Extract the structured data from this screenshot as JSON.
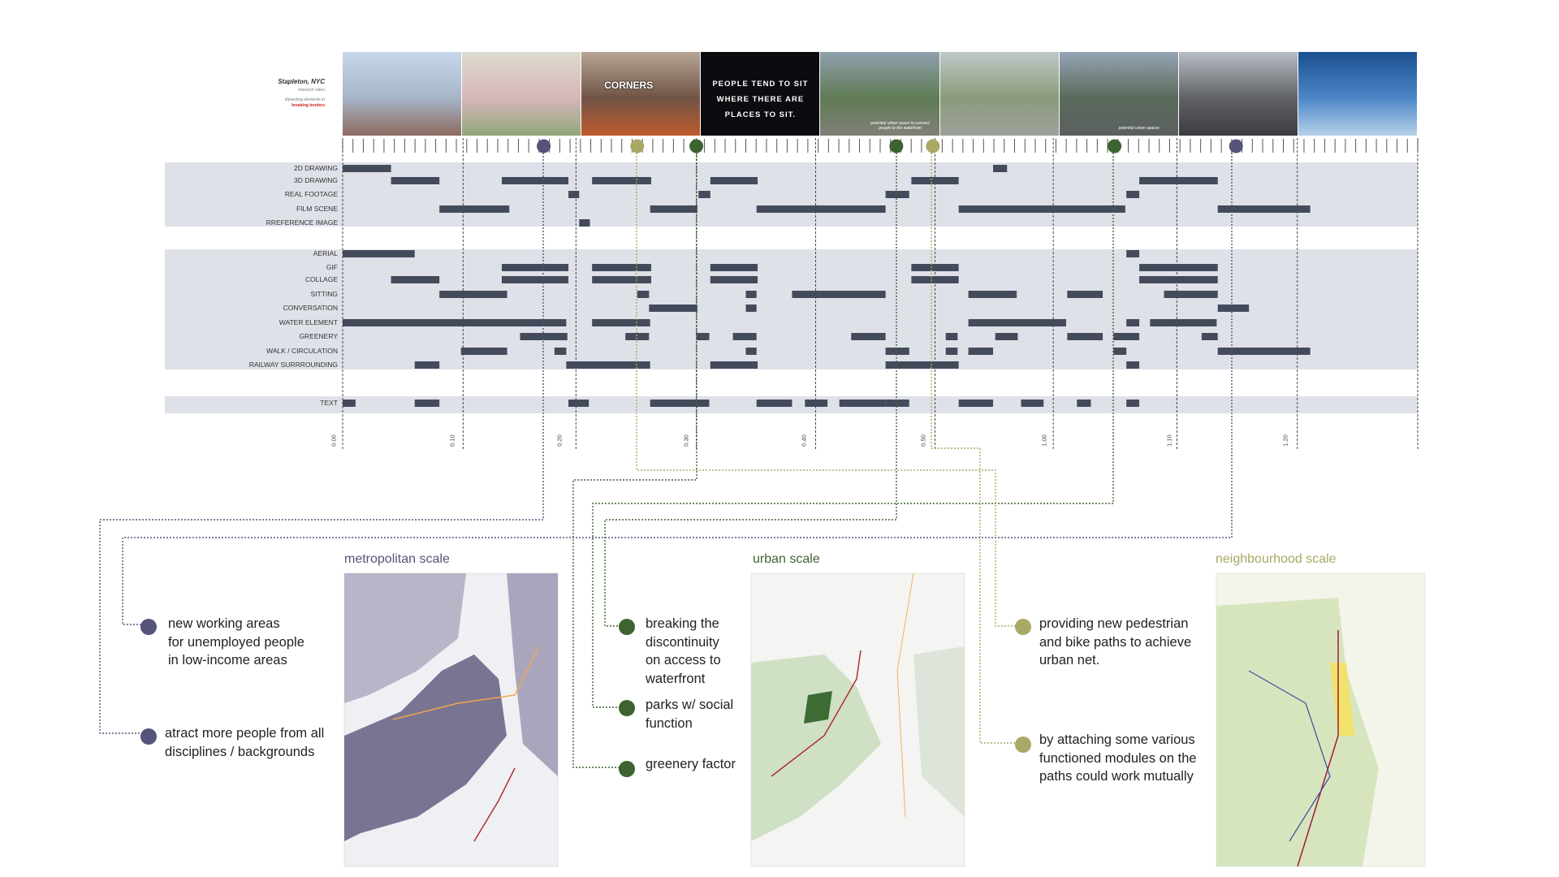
{
  "sidebar": {
    "title": "Stapleton, NYC",
    "subtitle": "research video",
    "caption": "dissecting elements in",
    "highlight": "breaking borders"
  },
  "thumbs": [
    {
      "name": "waterfront-plaza",
      "colors": [
        "#c7d7ea",
        "#a7b5c8",
        "#8d6a60"
      ]
    },
    {
      "name": "pink-garden",
      "colors": [
        "#dcdcd0",
        "#d8b6b8",
        "#8fa77c"
      ]
    },
    {
      "name": "corners-street",
      "colors": [
        "#b7a595",
        "#705446",
        "#c05a2e"
      ],
      "word": "CORNERS"
    },
    {
      "name": "people-text",
      "colors": [
        "#0c0c10",
        "#0c0c10",
        "#0c0c10"
      ],
      "lines": [
        "PEOPLE TEND TO SIT",
        "WHERE THERE ARE",
        "PLACES TO SIT."
      ]
    },
    {
      "name": "bridge-road",
      "colors": [
        "#8fa1ae",
        "#5f7b54",
        "#7f8079"
      ],
      "caption": "potential urban space to connect people to the waterfront"
    },
    {
      "name": "rail-walkway",
      "colors": [
        "#c0c9c9",
        "#8a9a7a",
        "#9ea29b"
      ]
    },
    {
      "name": "aerial-city",
      "colors": [
        "#96a5b6",
        "#596a5a",
        "#5c6060"
      ],
      "caption": "potential urban spaces"
    },
    {
      "name": "crowd-hall",
      "colors": [
        "#b8bdc4",
        "#606266",
        "#3c3d42"
      ]
    },
    {
      "name": "blue-hall",
      "colors": [
        "#1b4f8f",
        "#4d86c8",
        "#b5d2ea"
      ]
    }
  ],
  "rows": [
    {
      "label": "2D DRAWING",
      "bars": [
        [
          0,
          0.045
        ],
        [
          0.605,
          0.618
        ]
      ]
    },
    {
      "label": "3D DRAWING",
      "bars": [
        [
          0.045,
          0.09
        ],
        [
          0.148,
          0.21
        ],
        [
          0.232,
          0.287
        ],
        [
          0.342,
          0.386
        ],
        [
          0.529,
          0.573
        ],
        [
          0.741,
          0.814
        ]
      ]
    },
    {
      "label": "REAL FOOTAGE",
      "bars": [
        [
          0.21,
          0.22
        ],
        [
          0.331,
          0.342
        ],
        [
          0.505,
          0.527
        ],
        [
          0.729,
          0.741
        ]
      ]
    },
    {
      "label": "FILM SCENE",
      "bars": [
        [
          0.09,
          0.155
        ],
        [
          0.286,
          0.33
        ],
        [
          0.385,
          0.505
        ],
        [
          0.573,
          0.728
        ],
        [
          0.814,
          0.9
        ]
      ]
    },
    {
      "label": "RREFERENCE IMAGE",
      "bars": [
        [
          0.22,
          0.23
        ]
      ]
    },
    {
      "label": "AERIAL",
      "bars": [
        [
          0,
          0.067
        ],
        [
          0.729,
          0.741
        ]
      ]
    },
    {
      "label": "GIF",
      "bars": [
        [
          0.148,
          0.21
        ],
        [
          0.232,
          0.287
        ],
        [
          0.342,
          0.386
        ],
        [
          0.529,
          0.573
        ],
        [
          0.741,
          0.814
        ]
      ]
    },
    {
      "label": "COLLAGE",
      "bars": [
        [
          0.045,
          0.09
        ],
        [
          0.148,
          0.21
        ],
        [
          0.232,
          0.287
        ],
        [
          0.342,
          0.386
        ],
        [
          0.529,
          0.573
        ],
        [
          0.741,
          0.814
        ]
      ]
    },
    {
      "label": "SITTING",
      "bars": [
        [
          0.09,
          0.153
        ],
        [
          0.274,
          0.285
        ],
        [
          0.375,
          0.385
        ],
        [
          0.418,
          0.505
        ],
        [
          0.582,
          0.627
        ],
        [
          0.674,
          0.707
        ],
        [
          0.764,
          0.814
        ]
      ]
    },
    {
      "label": "CONVERSATION",
      "bars": [
        [
          0.285,
          0.33
        ],
        [
          0.375,
          0.385
        ],
        [
          0.814,
          0.843
        ]
      ]
    },
    {
      "label": "WATER ELEMENT",
      "bars": [
        [
          0,
          0.208
        ],
        [
          0.232,
          0.286
        ],
        [
          0.582,
          0.673
        ],
        [
          0.729,
          0.741
        ],
        [
          0.751,
          0.813
        ]
      ]
    },
    {
      "label": "GREENERY",
      "bars": [
        [
          0.165,
          0.209
        ],
        [
          0.263,
          0.285
        ],
        [
          0.329,
          0.341
        ],
        [
          0.363,
          0.385
        ],
        [
          0.473,
          0.505
        ],
        [
          0.561,
          0.572
        ],
        [
          0.607,
          0.628
        ],
        [
          0.674,
          0.707
        ],
        [
          0.717,
          0.741
        ],
        [
          0.799,
          0.814
        ]
      ]
    },
    {
      "label": "WALK / CIRCULATION",
      "bars": [
        [
          0.11,
          0.153
        ],
        [
          0.197,
          0.208
        ],
        [
          0.375,
          0.385
        ],
        [
          0.505,
          0.527
        ],
        [
          0.561,
          0.572
        ],
        [
          0.582,
          0.605
        ],
        [
          0.717,
          0.729
        ],
        [
          0.814,
          0.9
        ]
      ]
    },
    {
      "label": "RAILWAY SURRROUNDING",
      "bars": [
        [
          0.067,
          0.09
        ],
        [
          0.208,
          0.286
        ],
        [
          0.342,
          0.386
        ],
        [
          0.505,
          0.573
        ],
        [
          0.729,
          0.741
        ]
      ]
    },
    {
      "label": "TEXT",
      "bars": [
        [
          0,
          0.012
        ],
        [
          0.067,
          0.09
        ],
        [
          0.21,
          0.229
        ],
        [
          0.286,
          0.341
        ],
        [
          0.385,
          0.418
        ],
        [
          0.43,
          0.451
        ],
        [
          0.462,
          0.505
        ],
        [
          0.505,
          0.527
        ],
        [
          0.573,
          0.605
        ],
        [
          0.631,
          0.652
        ],
        [
          0.683,
          0.696
        ],
        [
          0.729,
          0.741
        ]
      ]
    }
  ],
  "ticks": [
    "0.00",
    "0.10",
    "0.20",
    "0.30",
    "0.40",
    "0.50",
    "1.00",
    "1.10",
    "1.20"
  ],
  "markers": [
    {
      "frac": 0.187,
      "color": "#55537a",
      "r": 8.5
    },
    {
      "frac": 0.274,
      "color": "#a9a866",
      "r": 8.5
    },
    {
      "frac": 0.329,
      "color": "#3d6330",
      "r": 8.5
    },
    {
      "frac": 0.515,
      "color": "#3d6330",
      "r": 8.5
    },
    {
      "frac": 0.549,
      "color": "#a9a866",
      "r": 8.5
    },
    {
      "frac": 0.718,
      "color": "#3d6330",
      "r": 8.5
    },
    {
      "frac": 0.831,
      "color": "#55537a",
      "r": 8.5
    }
  ],
  "scales": [
    {
      "name": "metropolitan",
      "title": "metropolitan scale",
      "color": "#55537a",
      "bg": "#eef0f4",
      "land": "#7a7493"
    },
    {
      "name": "urban",
      "title": "urban scale",
      "color": "#3d6330",
      "bg": "#f4f4f2",
      "land": "#cfe0c5"
    },
    {
      "name": "neighbourhood",
      "title": "neighbourhood scale",
      "color": "#a9a866",
      "bg": "#f3f5ea",
      "land": "#d7e5bf"
    }
  ],
  "notes": [
    {
      "text": [
        "new working areas",
        "for unemployed people",
        "in low-income areas"
      ],
      "color": "#55537a"
    },
    {
      "text": [
        "atract more people from all",
        "disciplines / backgrounds"
      ],
      "color": "#55537a"
    },
    {
      "text": [
        "breaking the",
        "discontinuity",
        "on access to",
        "waterfront"
      ],
      "color": "#3d6330"
    },
    {
      "text": [
        "parks w/ social",
        "function"
      ],
      "color": "#3d6330"
    },
    {
      "text": [
        "greenery factor"
      ],
      "color": "#3d6330"
    },
    {
      "text": [
        "providing new pedestrian",
        "and bike paths to achieve",
        "urban net."
      ],
      "color": "#a9a866"
    },
    {
      "text": [
        "by attaching some various",
        "functioned modules on the",
        "paths could work mutually"
      ],
      "color": "#a9a866"
    }
  ]
}
